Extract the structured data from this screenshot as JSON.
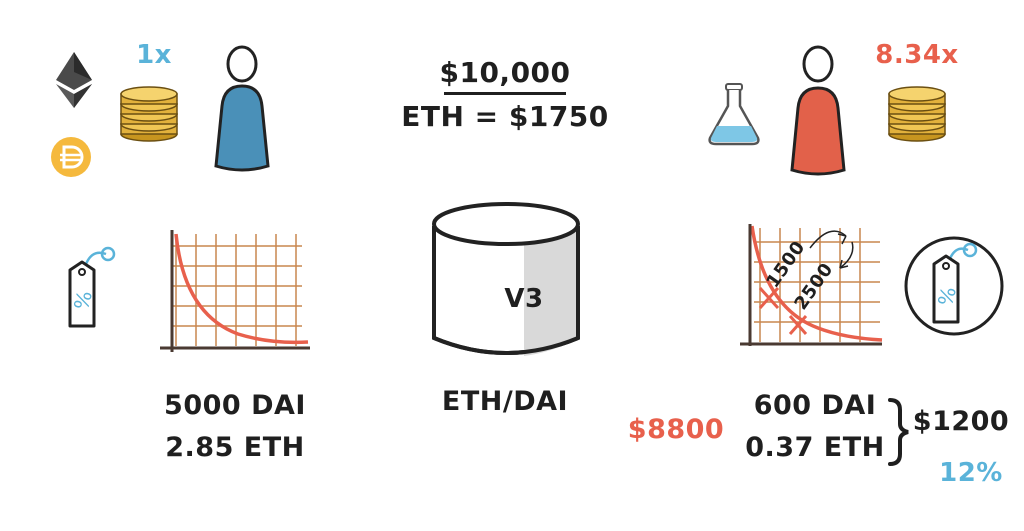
{
  "colors": {
    "blue": "#5ab3d9",
    "red": "#e8604c",
    "gold": "#e2b13c",
    "ink": "#1f1f1f",
    "grid": "#c8874f"
  },
  "header": {
    "investment": "$10,000",
    "eth_price": "ETH = $1750"
  },
  "left_lp": {
    "multiplier": "1x",
    "icons": [
      "ethereum-icon",
      "dai-icon",
      "coin-stack-icon",
      "person-icon",
      "price-tag-icon"
    ],
    "dai_amount": "5000 DAI",
    "eth_amount": "2.85 ETH"
  },
  "pool": {
    "version": "V3",
    "pair": "ETH/DAI"
  },
  "right_lp": {
    "multiplier": "8.34x",
    "icons": [
      "flask-icon",
      "person-icon",
      "coin-stack-icon",
      "price-tag-icon"
    ],
    "range_low": "1500",
    "range_high": "2500",
    "dai_amount": "600 DAI",
    "eth_amount": "0.37 ETH",
    "unused_capital": "$8800",
    "deployed_capital": "$1200",
    "deployed_share": "12%"
  }
}
